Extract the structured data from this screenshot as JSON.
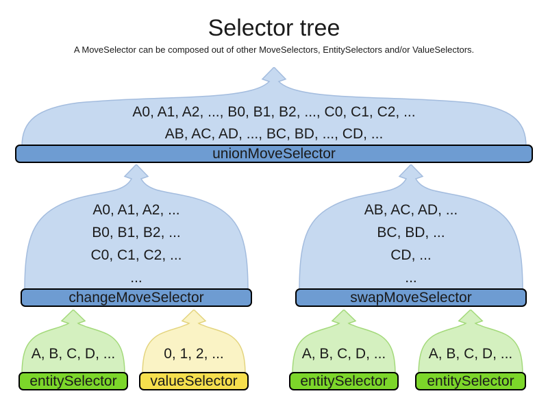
{
  "title": "Selector tree",
  "subtitle": "A MoveSelector can be composed out of other MoveSelectors, EntitySelectors and/or ValueSelectors.",
  "colors": {
    "cloud_blue_fill": "#C6D9F0",
    "cloud_blue_stroke": "#A3BCDE",
    "cloud_green_fill": "#D4F0BF",
    "cloud_green_stroke": "#A3D97A",
    "cloud_yellow_fill": "#FAF3C5",
    "cloud_yellow_stroke": "#E3D47E",
    "bar_blue_fill": "#6E9CD2",
    "bar_green_fill": "#7CD62A",
    "bar_yellow_fill": "#F6DF4D",
    "bar_border": "#000000",
    "text": "#1a1a1a"
  },
  "nodes": [
    {
      "id": "unionMoveSelector",
      "label": "unionMoveSelector",
      "color": "blue",
      "items": [
        "A0, A1, A2, ..., B0, B1, B2, ..., C0, C1, C2, ...",
        "AB, AC, AD, ..., BC, BD, ..., CD, ..."
      ]
    },
    {
      "id": "changeMoveSelector",
      "label": "changeMoveSelector",
      "color": "blue",
      "items": [
        "A0, A1, A2, ...",
        "B0, B1, B2, ...",
        "C0, C1, C2, ...",
        "..."
      ]
    },
    {
      "id": "swapMoveSelector",
      "label": "swapMoveSelector",
      "color": "blue",
      "items": [
        "AB, AC, AD, ...",
        "BC, BD, ...",
        "CD, ...",
        "..."
      ]
    },
    {
      "id": "entitySelector1",
      "label": "entitySelector",
      "color": "green",
      "items": [
        "A, B, C, D, ..."
      ]
    },
    {
      "id": "valueSelector1",
      "label": "valueSelector",
      "color": "yellow",
      "items": [
        "0, 1, 2, ..."
      ]
    },
    {
      "id": "entitySelector2",
      "label": "entitySelector",
      "color": "green",
      "items": [
        "A, B, C, D, ..."
      ]
    },
    {
      "id": "entitySelector3",
      "label": "entitySelector",
      "color": "green",
      "items": [
        "A, B, C, D, ..."
      ]
    }
  ]
}
